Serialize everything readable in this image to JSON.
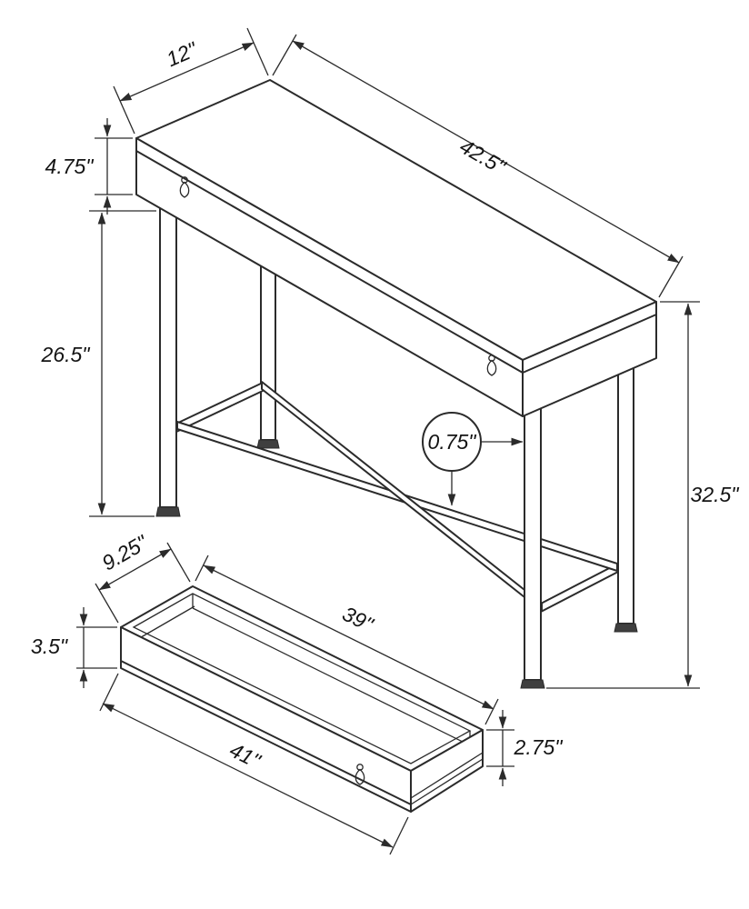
{
  "diagram": {
    "type": "furniture-dimension-drawing",
    "subject": "console table with drawer"
  },
  "labels": {
    "top_depth": "12\"",
    "top_length": "42.5\"",
    "apron_height": "4.75\"",
    "leg_clearance": "26.5\"",
    "total_height": "32.5\"",
    "tube_size": "0.75\"",
    "drawer_depth": "9.25\"",
    "drawer_inner_length": "39\"",
    "drawer_height": "3.5\"",
    "drawer_outer_length": "41\"",
    "drawer_side_height": "2.75\""
  },
  "colors": {
    "line": "#2b2b2b",
    "text": "#141414",
    "background": "#ffffff",
    "foot_fill": "#3f3f3f"
  }
}
